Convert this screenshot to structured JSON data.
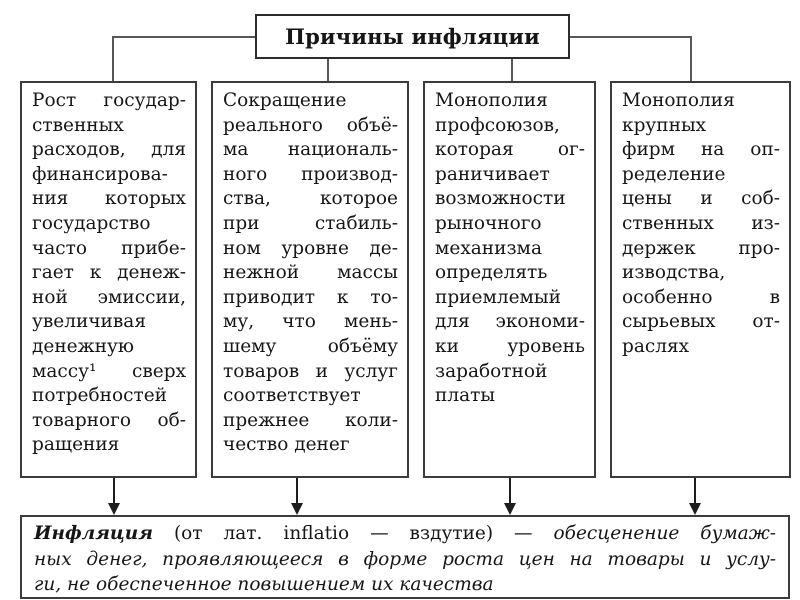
{
  "title": "Причины инфляции",
  "colors": {
    "background": "#ffffff",
    "box_border": "#3c3c3c",
    "connector_line": "#585858",
    "text": "#161616"
  },
  "columns": [
    {
      "topic": "government-spending-growth",
      "lines": [
        "Рост государ-",
        "ственных",
        "расходов, для",
        "финансирова-",
        "ния которых",
        "государство",
        "часто прибе-",
        "гает к денеж-",
        "ной эмиссии,",
        "увеличивая",
        "денежную",
        "массу¹ сверх",
        "потребностей",
        "товарного об-",
        "ращения"
      ]
    },
    {
      "topic": "national-production-decline",
      "lines": [
        "Сокращение",
        "реального объё-",
        "ма националь-",
        "ного производ-",
        "ства, которое",
        "при стабиль-",
        "ном уровне де-",
        "нежной массы",
        "приводит к то-",
        "му, что мень-",
        "шему объёму",
        "товаров и услуг",
        "соответствует",
        "прежнее коли-",
        "чество денег"
      ]
    },
    {
      "topic": "trade-union-monopoly",
      "lines": [
        "Монополия",
        "профсоюзов,",
        "которая ог-",
        "раничивает",
        "возможности",
        "рыночного",
        "механизма",
        "определять",
        "приемлемый",
        "для экономи-",
        "ки уровень",
        "заработной",
        "платы"
      ]
    },
    {
      "topic": "large-firms-monopoly",
      "lines": [
        "Монополия",
        "крупных",
        "фирм на оп-",
        "ределение",
        "цены и соб-",
        "ственных из-",
        "держек про-",
        "изводства,",
        "особенно в",
        "сырьевых от-",
        "раслях"
      ]
    }
  ],
  "definition": {
    "lines": [
      [
        {
          "t": "Инфляция",
          "s": "bi"
        },
        {
          "t": " (от лат. inflatio — вздутие) — ",
          "s": "r"
        },
        {
          "t": "обесценение бумаж-",
          "s": "i"
        }
      ],
      [
        {
          "t": "ных денег, проявляющееся в форме роста цен на товары и услу-",
          "s": "i"
        }
      ],
      [
        {
          "t": "ги, не обеспеченное повышением их качества",
          "s": "i"
        }
      ]
    ]
  }
}
